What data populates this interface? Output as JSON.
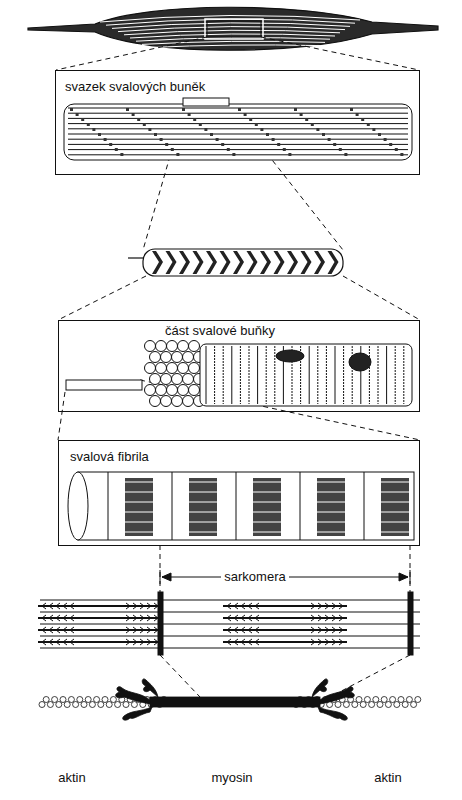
{
  "diagram": {
    "nodes": [
      {
        "text": [
          "svazek svalových buněk"
        ]
      },
      {
        "text": [
          "část svalové buňky"
        ]
      },
      {
        "text": [
          "svalová fibrila"
        ]
      }
    ],
    "labels": [
      "sarkomera",
      "aktin",
      "myosin",
      "aktin"
    ]
  }
}
